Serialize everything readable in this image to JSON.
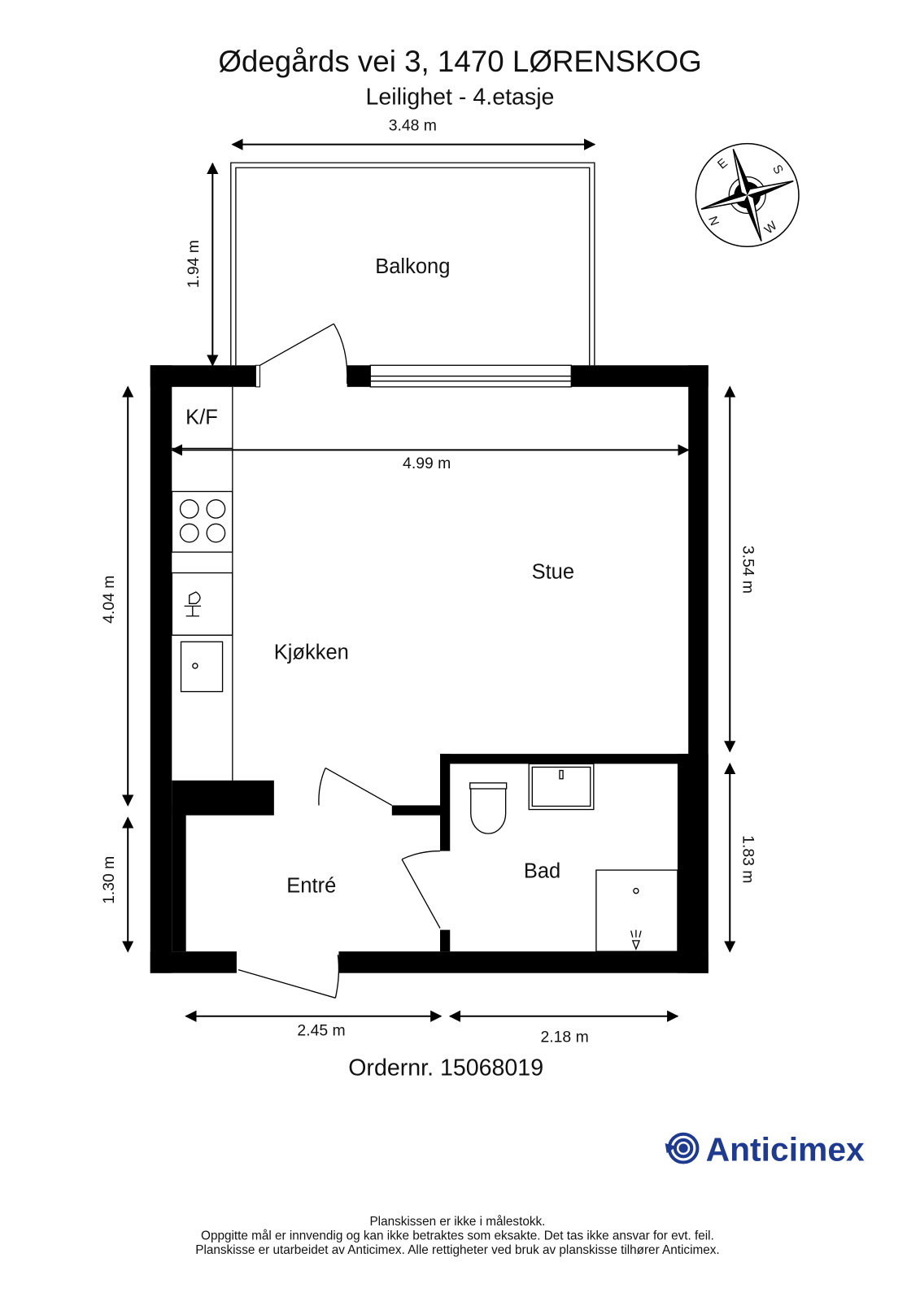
{
  "header": {
    "title": "Ødegårds vei 3, 1470 LØRENSKOG",
    "subtitle": "Leilighet  - 4.etasje"
  },
  "rooms": {
    "balcony": "Balkong",
    "storage": "K/F",
    "living": "Stue",
    "kitchen": "Kjøkken",
    "entry": "Entré",
    "bath": "Bad"
  },
  "dimensions": {
    "balcony_width": "3.48 m",
    "balcony_depth": "1.94 m",
    "living_width": "4.99 m",
    "living_depth": "3.54 m",
    "kitchen_depth": "4.04 m",
    "entry_depth": "1.30 m",
    "bath_depth": "1.83 m",
    "entry_width": "2.45 m",
    "bath_width": "2.18 m"
  },
  "compass": {
    "n": "N",
    "e": "E",
    "s": "S",
    "w": "W"
  },
  "order": "Ordernr. 15068019",
  "logo": {
    "text": "Anticimex",
    "color": "#1f3b8f"
  },
  "footer": [
    "Planskissen er ikke i målestokk.",
    "Oppgitte mål er innvendig og kan ikke betraktes som eksakte. Det tas ikke ansvar for evt. feil.",
    "Planskisse er utarbeidet av Anticimex. Alle rettigheter ved bruk av planskisse tilhører Anticimex."
  ]
}
